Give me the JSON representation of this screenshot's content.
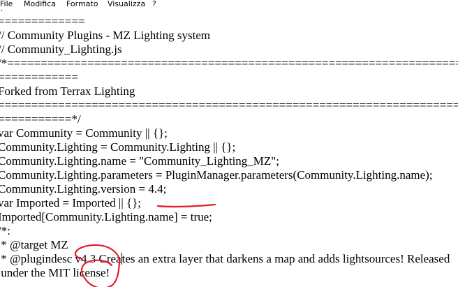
{
  "menu": {
    "items": [
      "File",
      "Modifica",
      "Formato",
      "Visualizza",
      "?"
    ]
  },
  "editor": {
    "lines": [
      "//================================================================================",
      "=============",
      "// Community Plugins - MZ Lighting system",
      "// Community_Lighting.js",
      "/*===============================================================================",
      "============",
      "Forked from Terrax Lighting",
      "================================================================================",
      "===========*/",
      "var Community = Community || {};",
      "Community.Lighting = Community.Lighting || {};",
      "Community.Lighting.name = \"Community_Lighting_MZ\";",
      "Community.Lighting.parameters = PluginManager.parameters(Community.Lighting.name);",
      "Community.Lighting.version = 4.4;",
      "var Imported = Imported || {};",
      "Imported[Community.Lighting.name] = true;",
      "/*:",
      " * @target MZ",
      " * @plugindesc v4.3 Creates an extra layer that darkens a map and adds lightsources! Released",
      " under the MIT license!"
    ],
    "cursor_line": 18,
    "cursor_after": " * @plugindesc v4.3 Crea"
  },
  "annotation": {
    "color": "#e8192c"
  }
}
